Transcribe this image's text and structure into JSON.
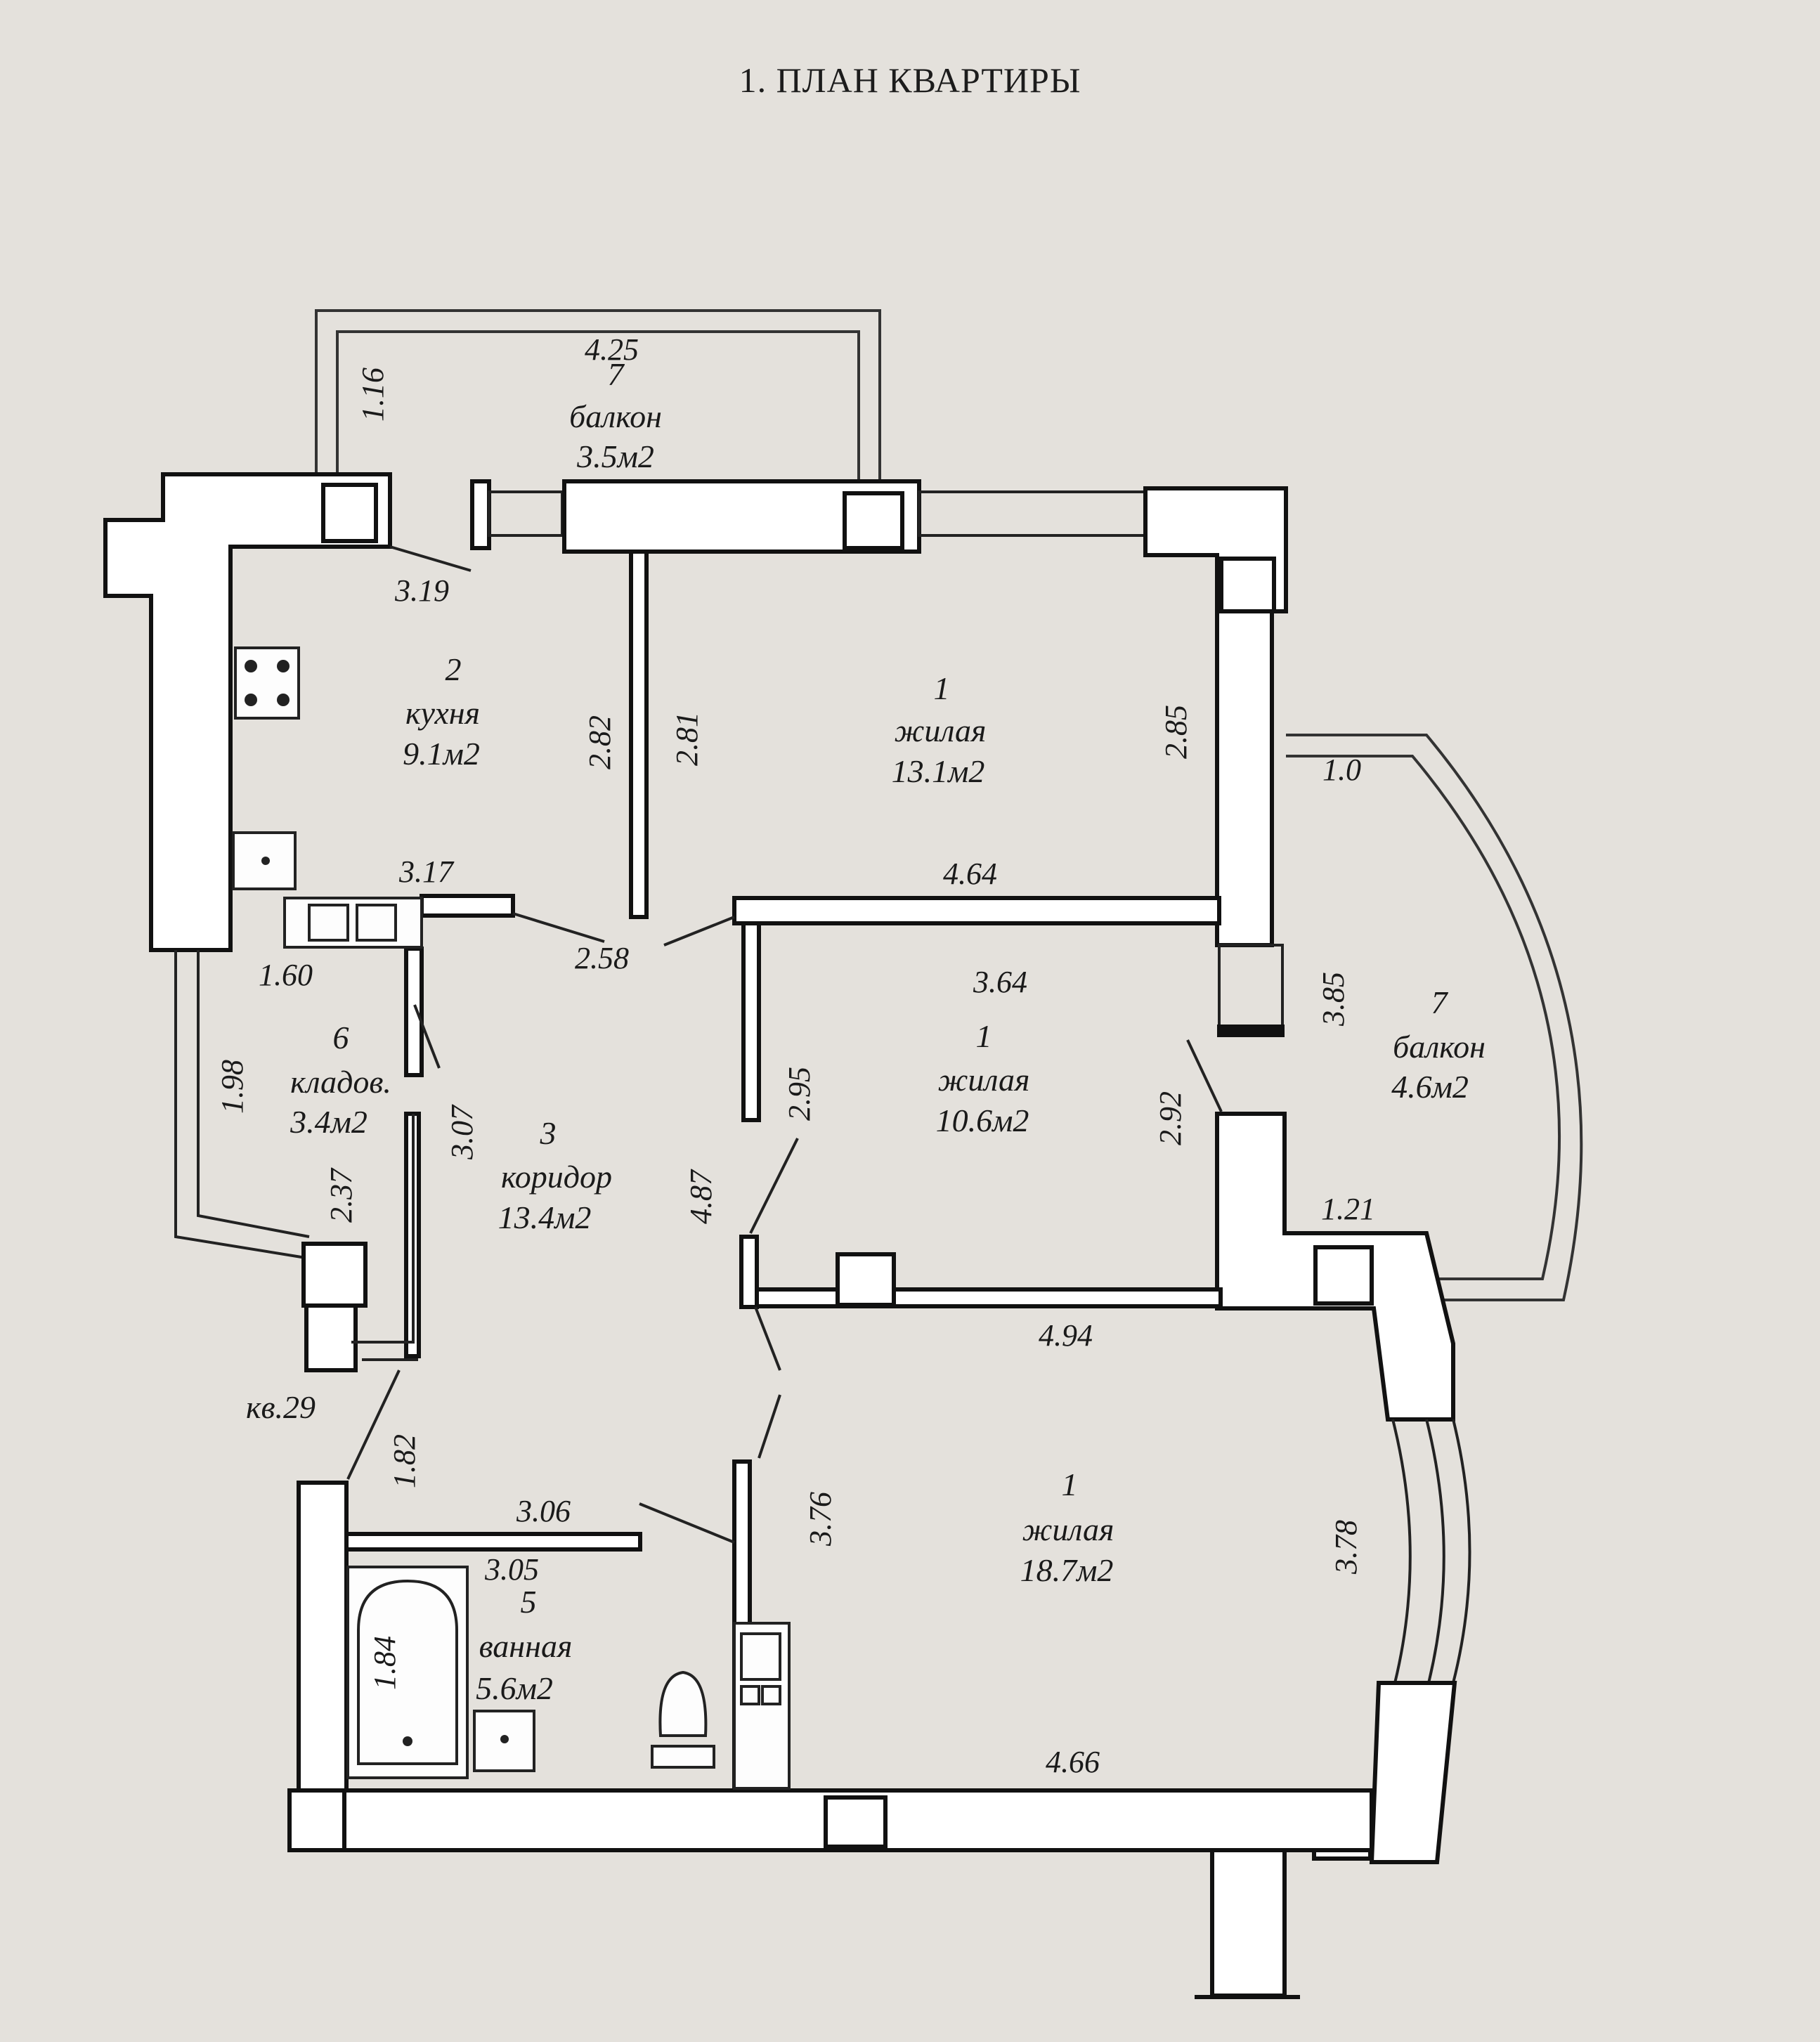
{
  "title": "1. ПЛАН КВАРТИРЫ",
  "apartment_label": "кв.29",
  "rooms": {
    "kitchen": {
      "number": "2",
      "name": "кухня",
      "area": "9.1м2"
    },
    "living_a": {
      "number": "1",
      "name": "жилая",
      "area": "13.1м2"
    },
    "living_b": {
      "number": "1",
      "name": "жилая",
      "area": "10.6м2"
    },
    "living_c": {
      "number": "1",
      "name": "жилая",
      "area": "18.7м2"
    },
    "corridor": {
      "number": "3",
      "name": "коридор",
      "area": "13.4м2"
    },
    "storage": {
      "number": "6",
      "name": "кладов.",
      "area": "3.4м2"
    },
    "bathroom": {
      "number": "5",
      "name": "ванная",
      "area": "5.6м2"
    },
    "balcony_top": {
      "number": "7",
      "name": "балкон",
      "area": "3.5м2"
    },
    "balcony_right": {
      "number": "7",
      "name": "балкон",
      "area": "4.6м2"
    }
  },
  "dimensions": {
    "balcony_top_width": "4.25",
    "balcony_top_depth": "1.16",
    "kitchen_top": "3.19",
    "kitchen_bottom": "3.17",
    "kitchen_side": "2.82",
    "living_a_left": "2.81",
    "living_a_right": "2.85",
    "living_a_bottom": "4.64",
    "balcony_right_depth": "1.0",
    "corridor_top": "2.58",
    "storage_top": "1.60",
    "storage_left": "1.98",
    "storage_right": "2.37",
    "corridor_side": "3.07",
    "living_b_top": "3.64",
    "living_b_left": "2.95",
    "living_b_right": "2.92",
    "balcony_right_length": "3.85",
    "corridor_length": "4.87",
    "wall_step": "1.21",
    "living_c_top": "4.94",
    "bath_side": "1.82",
    "bath_top": "3.06",
    "bath_inner": "3.05",
    "tub_length": "1.84",
    "living_c_left": "3.76",
    "living_c_right": "3.78",
    "living_c_bottom": "4.66"
  }
}
